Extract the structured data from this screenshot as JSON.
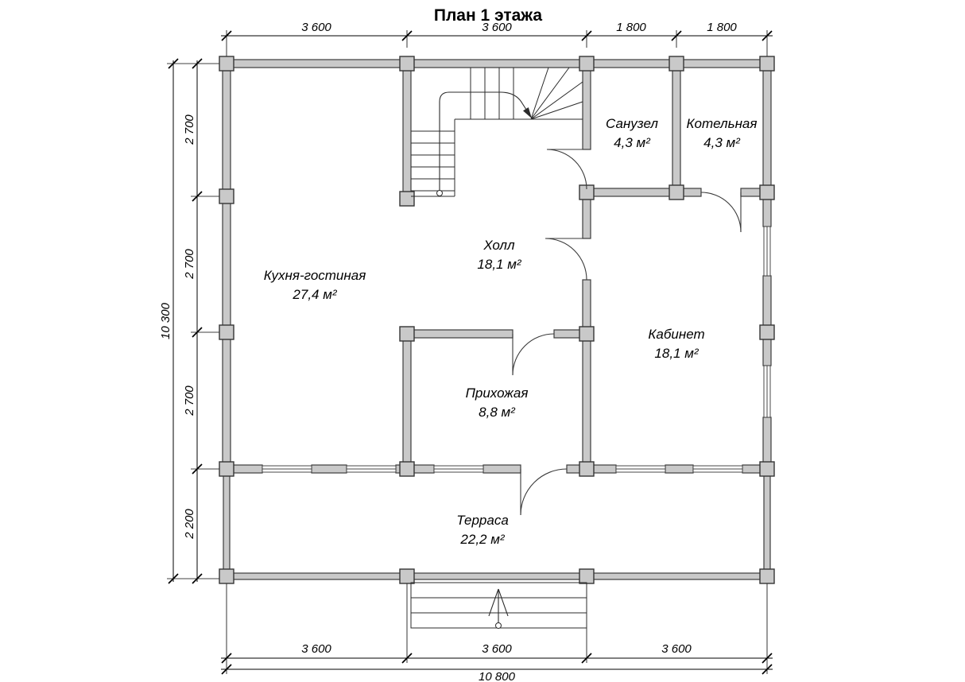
{
  "title": "План 1 этажа",
  "rooms": {
    "kitchen": {
      "name": "Кухня-гостиная",
      "area": "27,4 м²"
    },
    "hall": {
      "name": "Холл",
      "area": "18,1 м²"
    },
    "bathroom": {
      "name": "Санузел",
      "area": "4,3 м²"
    },
    "boiler": {
      "name": "Котельная",
      "area": "4,3 м²"
    },
    "study": {
      "name": "Кабинет",
      "area": "18,1 м²"
    },
    "entry": {
      "name": "Прихожая",
      "area": "8,8 м²"
    },
    "terrace": {
      "name": "Терраса",
      "area": "22,2 м²"
    }
  },
  "dimensions": {
    "top": [
      "3 600",
      "3 600",
      "1 800",
      "1 800"
    ],
    "left": [
      "2 700",
      "2 700",
      "2 700",
      "2 200"
    ],
    "left_total": "10 300",
    "bottom": [
      "3 600",
      "3 600",
      "3 600"
    ],
    "bottom_total": "10 800"
  },
  "colors": {
    "wall_fill": "#c9c9c9",
    "wall_stroke": "#3c3c3c",
    "line": "#000000",
    "background": "#ffffff"
  }
}
